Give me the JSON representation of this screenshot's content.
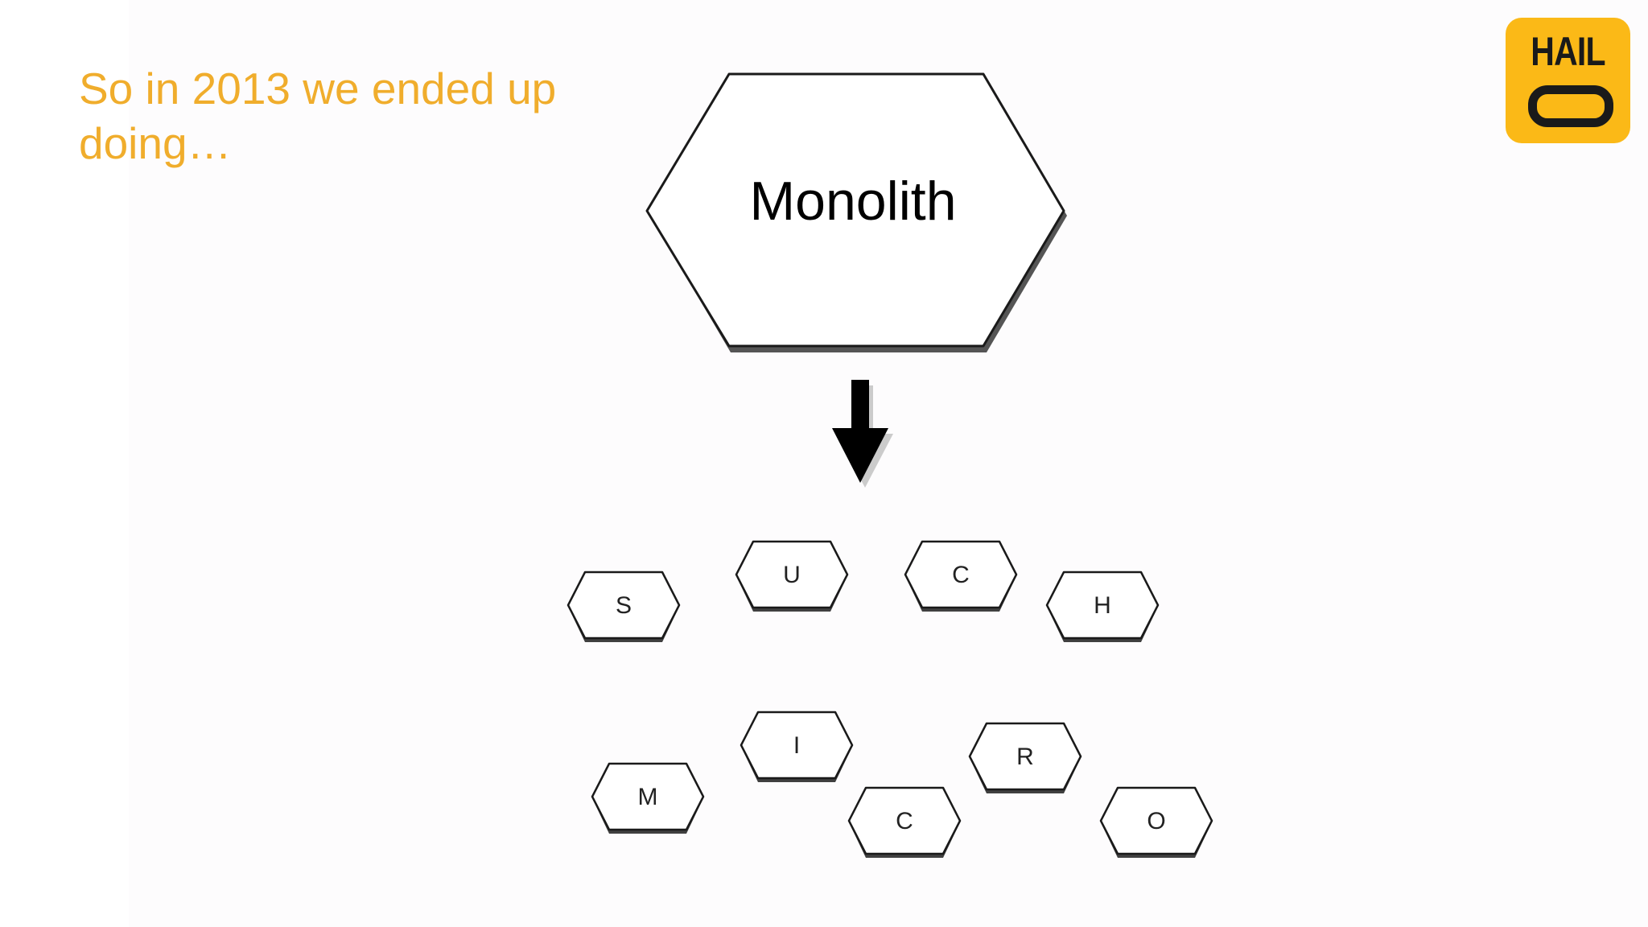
{
  "slide": {
    "headline": "So in 2013 we ended up doing…"
  },
  "logo": {
    "text": "HAIL",
    "background": "#fbb917",
    "foreground": "#1a1a1a"
  },
  "diagram": {
    "source_label": "Monolith",
    "arrow": "down-arrow",
    "pieces": [
      "S",
      "U",
      "C",
      "H",
      "M",
      "I",
      "C",
      "R",
      "O"
    ]
  },
  "colors": {
    "headline": "#f0ad2c",
    "outline": "#1a1a1a",
    "shadow": "#555555"
  }
}
